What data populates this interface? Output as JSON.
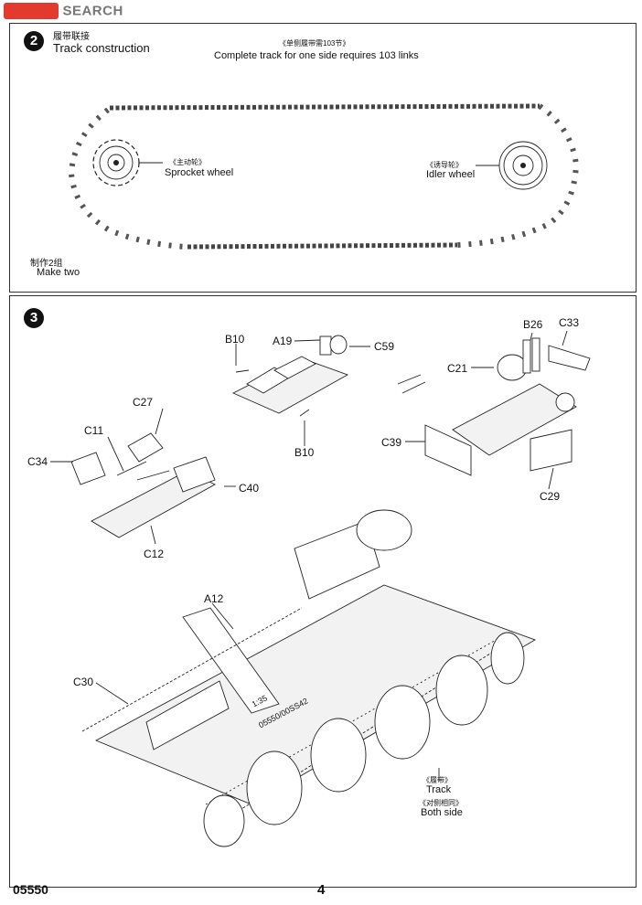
{
  "watermark": {
    "prefix": "",
    "text": "SEARCH"
  },
  "step2": {
    "number": "2",
    "title_cn": "履带联接",
    "title_en": "Track construction",
    "note_cn": "《单侧履带需103节》",
    "note_en": "Complete track for one side requires 103 links",
    "sprocket_cn": "《主动轮》",
    "sprocket_en": "Sprocket wheel",
    "idler_cn": "《诱导轮》",
    "idler_en": "Idler wheel",
    "make_cn": "制作2组",
    "make_en": "Make two"
  },
  "step3": {
    "number": "3",
    "parts": {
      "b10_top": "B10",
      "a19": "A19",
      "c59": "C59",
      "b10_bottom": "B10",
      "b26": "B26",
      "c33": "C33",
      "c21": "C21",
      "c39": "C39",
      "c29": "C29",
      "c27": "C27",
      "c11": "C11",
      "c34": "C34",
      "c40": "C40",
      "c12": "C12",
      "a12": "A12",
      "c30": "C30"
    },
    "hull_text_1": "1:35",
    "hull_text_2": "05550/00SS42",
    "track_cn": "《履带》",
    "track_en": "Track",
    "both_cn": "《对侧相同》",
    "both_en": "Both side"
  },
  "footer": {
    "code": "05550",
    "page": "4"
  }
}
